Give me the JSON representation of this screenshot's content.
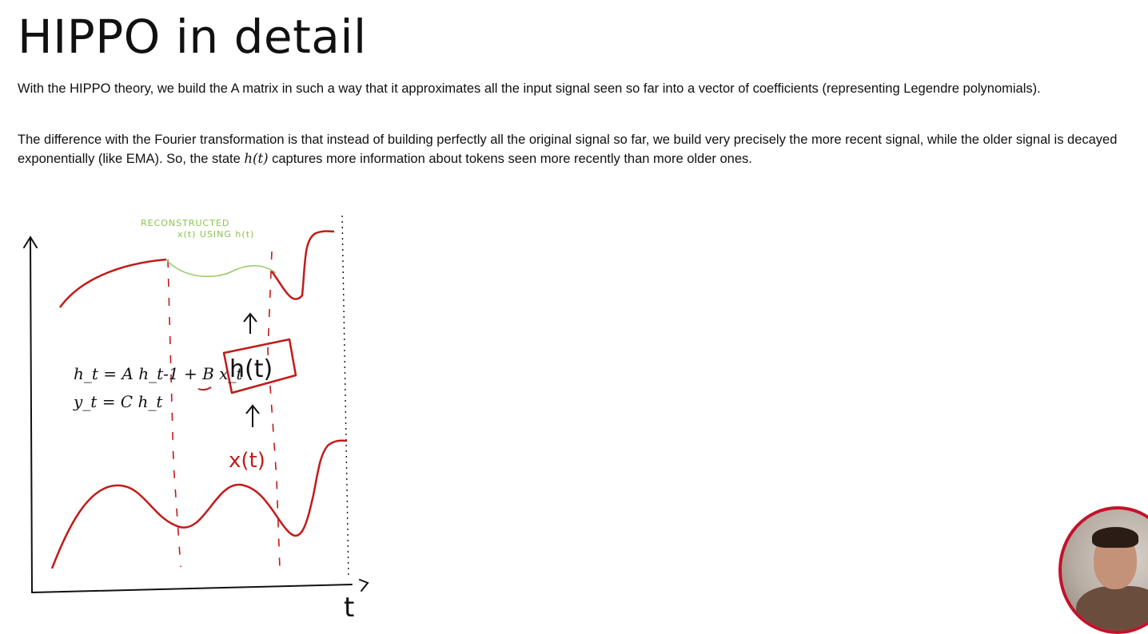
{
  "title": "HIPPO in detail",
  "paragraph1": "With the HIPPO theory, we build the A matrix in such a way that it approximates all the input signal seen so far into a vector of coefficients (representing Legendre polynomials).",
  "paragraph2": {
    "before": "The difference with the Fourier transformation is that instead of building perfectly all the original signal so far, we build very precisely the more recent signal, while the older signal is decayed exponentially (like EMA). So, the state ",
    "math": "h(t)",
    "after": " captures more information about tokens seen more recently than more older ones."
  },
  "sketch": {
    "annotation_line1": "RECONSTRUCTED",
    "annotation_line2": "x(t) USING h(t)",
    "state_label": "h(t)",
    "input_label": "x(t)",
    "axis_label": "t",
    "equation1": "h_t = A h_t-1 + B x_t",
    "equation2": "y_t = C h_t",
    "colors": {
      "signal": "#c21a1a",
      "reconstruction": "#9acb6a",
      "ink": "#111111"
    }
  },
  "webcam": {
    "icon": "presenter-webcam"
  }
}
